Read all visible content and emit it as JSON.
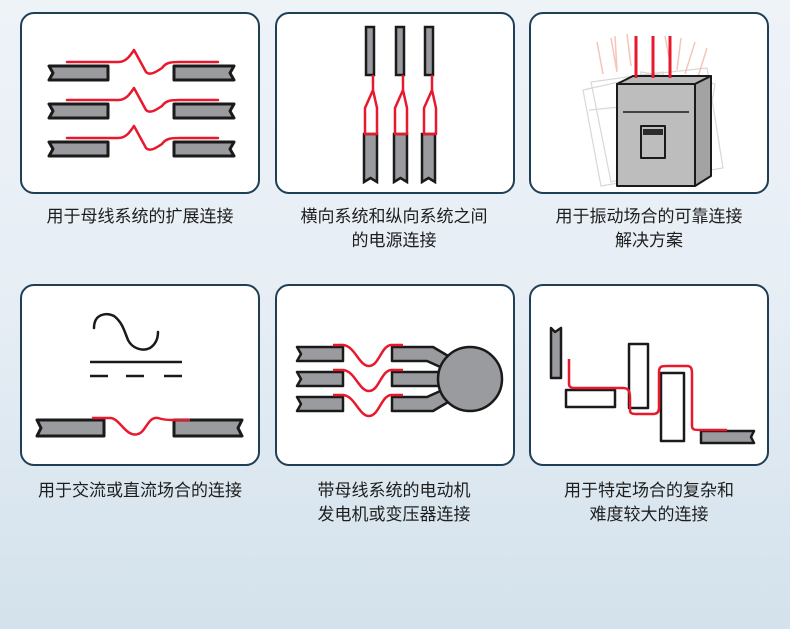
{
  "colors": {
    "card_border": "#1f3f57",
    "bar_fill": "#9a9b9f",
    "bar_stroke": "#1a1a1a",
    "flex_red": "#e8192c",
    "text": "#1e1e1e"
  },
  "items": [
    {
      "icon": "busbar-expansion-icon",
      "caption_lines": [
        "用于母线系统的扩展连接"
      ]
    },
    {
      "icon": "vertical-horizontal-connection-icon",
      "caption_lines": [
        "横向系统和纵向系统之间",
        "的电源连接"
      ]
    },
    {
      "icon": "vibration-cabinet-icon",
      "caption_lines": [
        "用于振动场合的可靠连接",
        "解决方案"
      ]
    },
    {
      "icon": "ac-dc-connection-icon",
      "caption_lines": [
        "用于交流或直流场合的连接"
      ]
    },
    {
      "icon": "motor-generator-transformer-icon",
      "caption_lines": [
        "带母线系统的电动机",
        "发电机或变压器连接"
      ]
    },
    {
      "icon": "complex-connection-icon",
      "caption_lines": [
        "用于特定场合的复杂和",
        "难度较大的连接"
      ]
    }
  ]
}
